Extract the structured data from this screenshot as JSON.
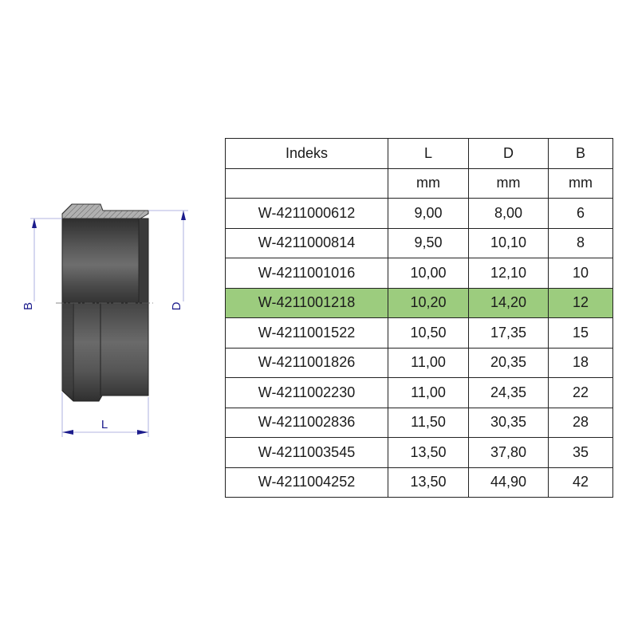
{
  "drawing": {
    "labels": {
      "B": "B",
      "D": "D",
      "L": "L"
    },
    "colors": {
      "dimension_line": "#8c8fd0",
      "arrow": "#1c1c8c",
      "body": "#4a4a4a",
      "hatch": "#9a9a9a"
    }
  },
  "table": {
    "headers": [
      "Indeks",
      "L",
      "D",
      "B"
    ],
    "units": [
      "",
      "mm",
      "mm",
      "mm"
    ],
    "highlight_color": "#9ccc7e",
    "highlighted_index": "W-4211001218",
    "rows": [
      {
        "indeks": "W-4211000612",
        "L": "9,00",
        "D": "8,00",
        "B": "6"
      },
      {
        "indeks": "W-4211000814",
        "L": "9,50",
        "D": "10,10",
        "B": "8"
      },
      {
        "indeks": "W-4211001016",
        "L": "10,00",
        "D": "12,10",
        "B": "10"
      },
      {
        "indeks": "W-4211001218",
        "L": "10,20",
        "D": "14,20",
        "B": "12"
      },
      {
        "indeks": "W-4211001522",
        "L": "10,50",
        "D": "17,35",
        "B": "15"
      },
      {
        "indeks": "W-4211001826",
        "L": "11,00",
        "D": "20,35",
        "B": "18"
      },
      {
        "indeks": "W-4211002230",
        "L": "11,00",
        "D": "24,35",
        "B": "22"
      },
      {
        "indeks": "W-4211002836",
        "L": "11,50",
        "D": "30,35",
        "B": "28"
      },
      {
        "indeks": "W-4211003545",
        "L": "13,50",
        "D": "37,80",
        "B": "35"
      },
      {
        "indeks": "W-4211004252",
        "L": "13,50",
        "D": "44,90",
        "B": "42"
      }
    ]
  }
}
